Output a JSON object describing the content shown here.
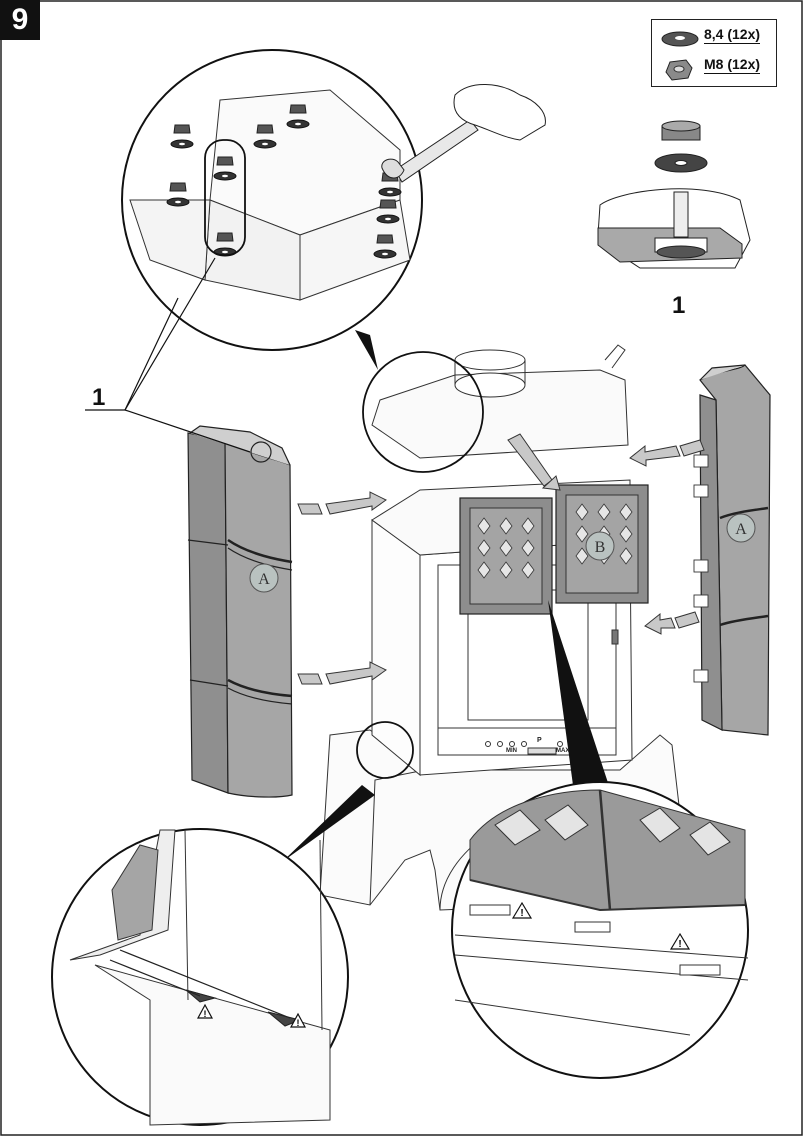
{
  "step_number": "9",
  "legend": {
    "washer_label": "8,4 (12x)",
    "nut_label": "M8 (12x)"
  },
  "callouts": {
    "detail_number_top": "1",
    "detail_number_left": "1"
  },
  "parts": {
    "side_panel": "A",
    "front_panel": "B"
  },
  "control_labels": {
    "min": "MIN",
    "p": "P",
    "max": "MAX"
  },
  "colors": {
    "panel_fill": "#9a9a9a",
    "panel_dark": "#6e6e6e",
    "arrow_fill": "#c8c8c8",
    "label_circle": "#b9c2c0",
    "line": "#222222"
  }
}
